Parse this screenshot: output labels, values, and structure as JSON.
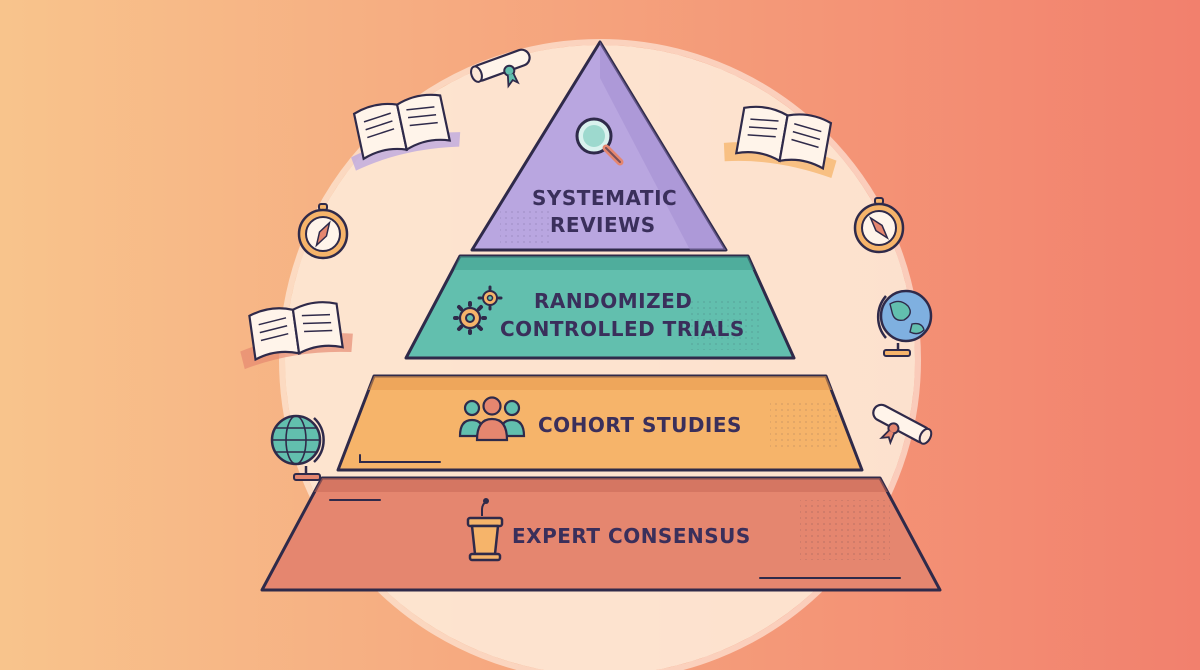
{
  "colors": {
    "bg_left": "#f8c48c",
    "bg_right": "#f2806d",
    "halo": "#fde8d6",
    "outline": "#2f2a4a",
    "tier_top": "#b9a6e0",
    "tier_2": "#62bfae",
    "tier_3": "#f6b46a",
    "tier_4": "#e5866f",
    "text": "#3a2f5b"
  },
  "pyramid": {
    "tiers": [
      {
        "lines": [
          "SYSTEMATIC",
          "REVIEWS"
        ],
        "icon": "magnifier-icon"
      },
      {
        "lines": [
          "RANDOMIZED",
          "CONTROLLED TRIALS"
        ],
        "icon": "gears-icon"
      },
      {
        "lines": [
          "COHORT STUDIES"
        ],
        "icon": "people-icon"
      },
      {
        "lines": [
          "EXPERT CONSENSUS"
        ],
        "icon": "podium-icon"
      }
    ]
  },
  "decorations": [
    "diploma-icon",
    "open-book-icon",
    "compass-icon",
    "open-book-icon",
    "globe-icon",
    "open-book-icon",
    "compass-icon",
    "globe-icon",
    "diploma-icon"
  ]
}
